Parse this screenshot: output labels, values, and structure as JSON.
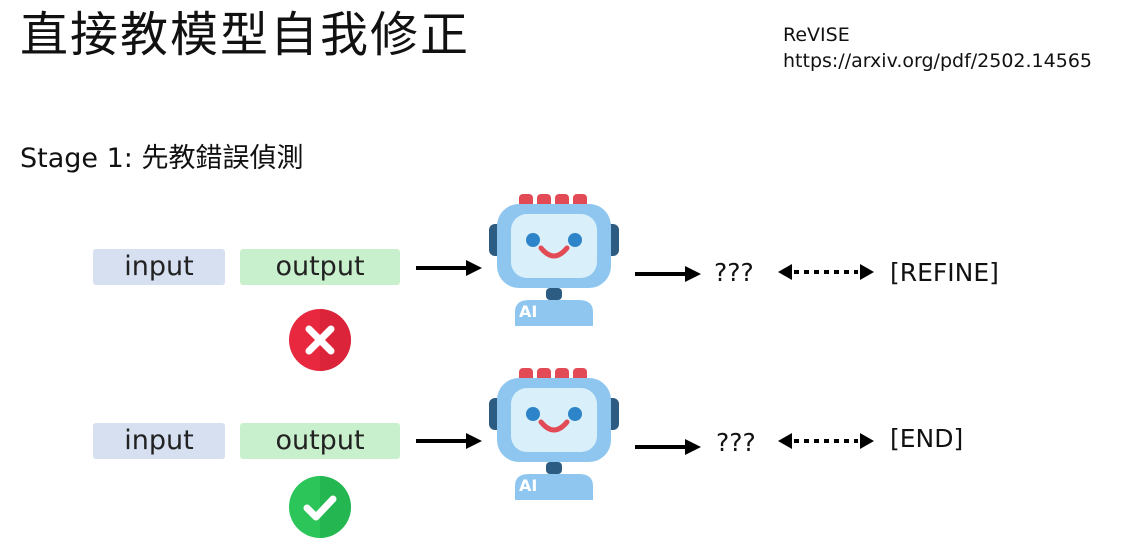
{
  "title": "直接教模型自我修正",
  "reference": {
    "name": "ReVISE",
    "url": "https://arxiv.org/pdf/2502.14565"
  },
  "stage_label": "Stage 1: 先教錯誤偵測",
  "rows": [
    {
      "input_label": "input",
      "output_label": "output",
      "status_icon": "cross-icon",
      "status_color": "#e8283f",
      "prediction": "???",
      "token": "[REFINE]"
    },
    {
      "input_label": "input",
      "output_label": "output",
      "status_icon": "check-icon",
      "status_color": "#2cc55a",
      "prediction": "???",
      "token": "[END]"
    }
  ],
  "robot_badge": "AI",
  "colors": {
    "input_box": "#d6e0f1",
    "output_box": "#c9f0cc",
    "robot_body": "#8ec6f0",
    "robot_screen": "#d9f0fb",
    "robot_accent": "#e24b55",
    "robot_ears": "#2c5c82"
  }
}
